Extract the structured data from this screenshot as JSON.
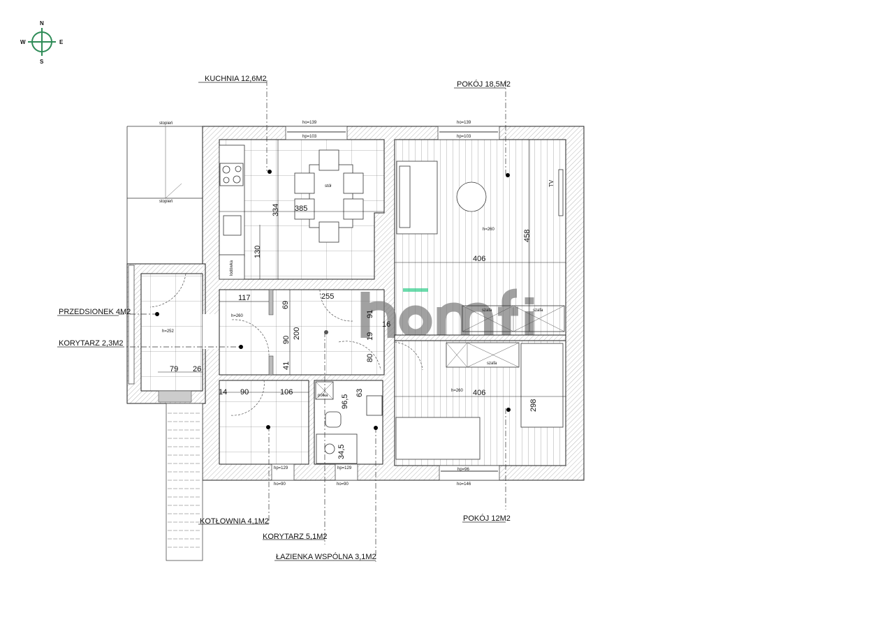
{
  "compass": {
    "n": "N",
    "s": "S",
    "e": "E",
    "w": "W"
  },
  "watermark": "hōmfi",
  "colors": {
    "watermark": "#7a7a7a",
    "watermark_accent": "#2ecc8a",
    "compass": "#2e8b57",
    "wall_line": "#222222"
  },
  "rooms": {
    "kuchnia": "KUCHNIA  12,6M2",
    "pokoj_large": "POKÓJ 18,5M2",
    "przedsionek": "PRZEDSIONEK 4M2",
    "korytarz_small": "KORYTARZ 2,3M2",
    "kotlownia": "KOTŁOWNIA 4,1M2",
    "korytarz_large": "KORYTARZ 5,1M2",
    "lazienka": "ŁAZIENKA WSPÓLNA 3,1M2",
    "pokoj_small": "POKÓJ 12M2"
  },
  "notes": {
    "stopien_top": "stopień",
    "stopien_bottom": "stopień",
    "stol": "stół",
    "lodowka": "lodówka",
    "tv": "TV",
    "szafa1": "szafa",
    "szafa2": "szafa",
    "szafa3": "szafa",
    "polka": "półka",
    "h_przedsionek": "h=252",
    "h_korytarz": "h=260",
    "h_pokoj_large": "h=260",
    "h_pokoj_small": "h=260"
  },
  "windows": {
    "kitchen_ho": "ho=139",
    "kitchen_hp": "hp=103",
    "pokoj_ho": "ho=139",
    "pokoj_hp": "hp=103",
    "kotl_hp": "hp=129",
    "kotl_ho": "ho=90",
    "laz_hp": "hp=129",
    "laz_ho": "ho=90",
    "pokoj2_hp": "hp=96",
    "pokoj2_ho": "ho=146"
  },
  "dimensions": {
    "kitchen_334": "334",
    "kitchen_385": "385",
    "kitchen_130": "130",
    "pokoj_406": "406",
    "pokoj_458": "458",
    "pokoj2_406": "406",
    "pokoj2_298": "298",
    "d117": "117",
    "d69": "69",
    "d255": "255",
    "d91": "91",
    "d16": "16",
    "d90v": "90",
    "d200": "200",
    "d19": "19",
    "d80": "80",
    "d41": "41",
    "d79": "79",
    "d26": "26",
    "d14": "14",
    "d90": "90",
    "d106": "106",
    "d96_5": "96,5",
    "d63": "63",
    "d34_5": "34,5"
  }
}
